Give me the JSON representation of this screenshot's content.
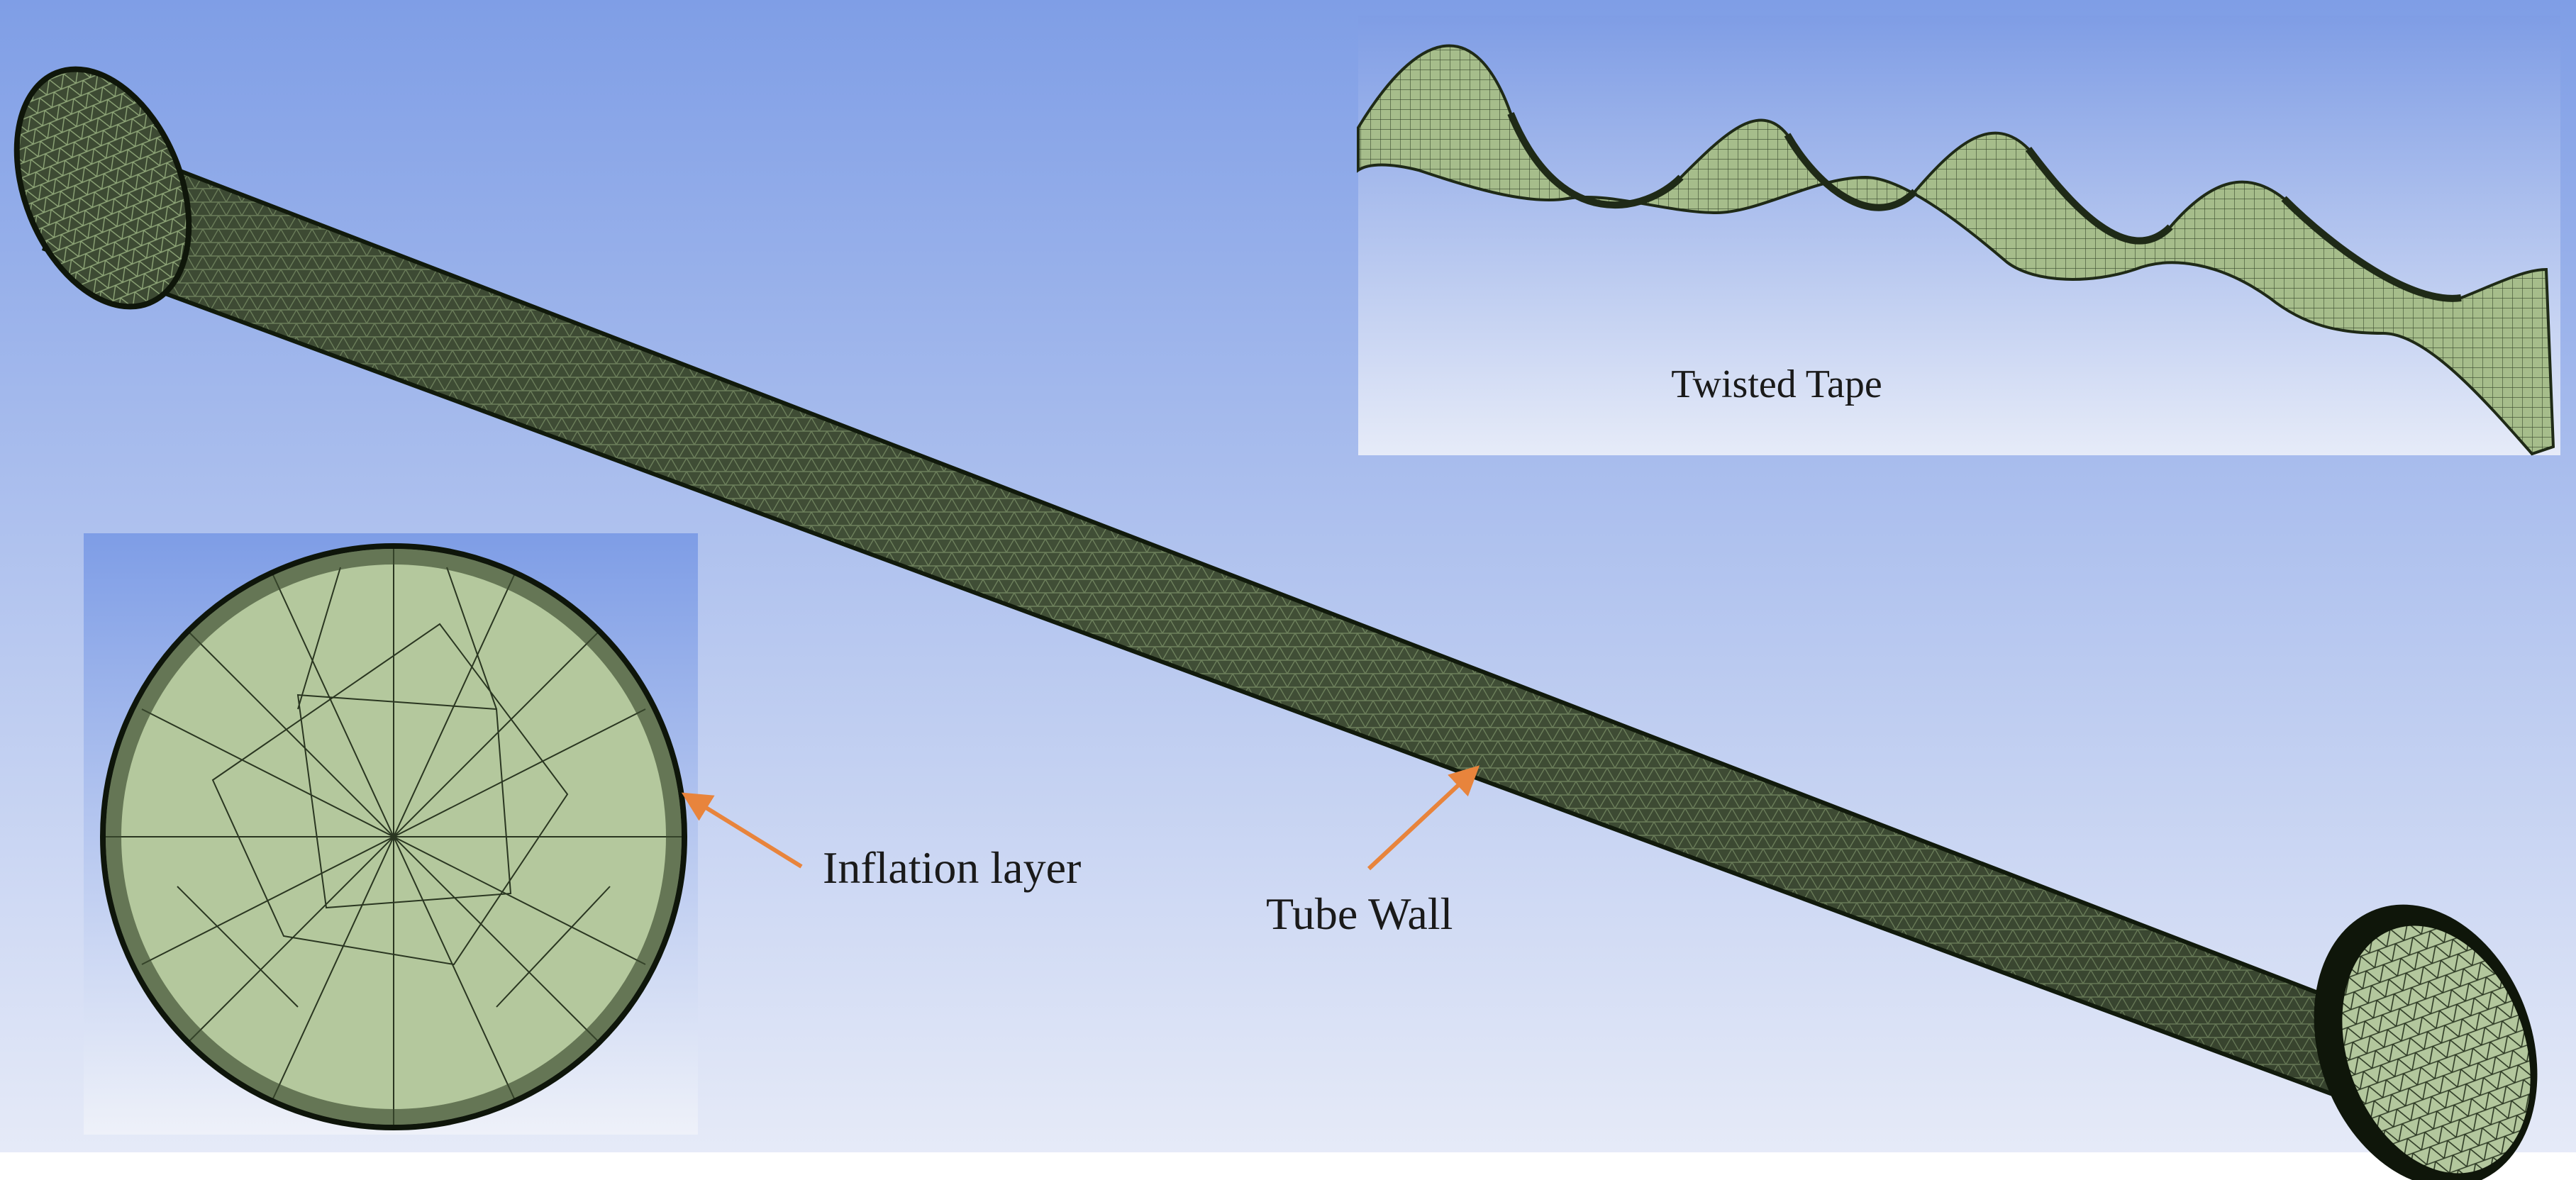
{
  "labels": {
    "twisted_tape": "Twisted Tape",
    "inflation_layer": "Inflation layer",
    "tube_wall": "Tube Wall"
  },
  "colors": {
    "background_top": "#7f9ee6",
    "background_bottom": "#e6eaf7",
    "mesh_fill": "#a9c08f",
    "mesh_dark": "#2b3524",
    "mesh_line": "#1c2417",
    "arrow": "#e8843c"
  }
}
